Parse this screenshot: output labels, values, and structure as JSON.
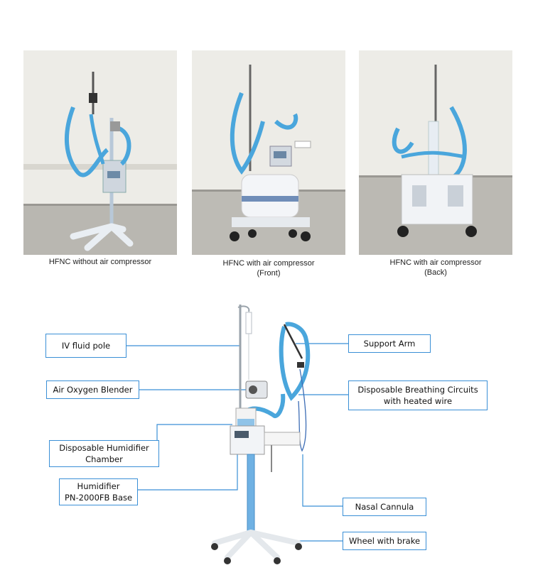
{
  "photos": [
    {
      "caption_lines": [
        "HFNC without air compressor"
      ]
    },
    {
      "caption_lines": [
        "HFNC with air compressor",
        "(Front)"
      ]
    },
    {
      "caption_lines": [
        "HFNC with air compressor",
        "(Back)"
      ]
    }
  ],
  "callouts": {
    "iv_fluid_pole": "IV fluid pole",
    "air_oxygen_blender": "Air Oxygen Blender",
    "humidifier_chamber_line1": "Disposable Humidifier",
    "humidifier_chamber_line2": "Chamber",
    "humidifier_base_line1": "Humidifier",
    "humidifier_base_line2": "PN-2000FB Base",
    "support_arm": "Support Arm",
    "breathing_circuits_line1": "Disposable Breathing Circuits",
    "breathing_circuits_line2": "with heated  wire",
    "nasal_cannula": "Nasal Cannula",
    "wheel_with_brake": "Wheel with brake"
  },
  "colors": {
    "callout_border": "#3a8fd6",
    "tube_blue": "#4aa6dc",
    "wall": "#ecebe6",
    "floor": "#bfbdb7"
  }
}
